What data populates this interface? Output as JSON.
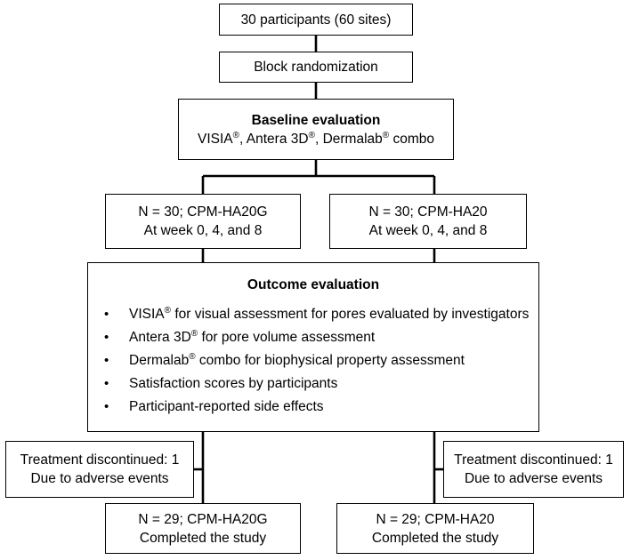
{
  "participants": {
    "text": "30 participants (60 sites)"
  },
  "randomization": {
    "text": "Block randomization"
  },
  "baseline": {
    "title": "Baseline evaluation",
    "tools": [
      {
        "name": "VISIA",
        "mark": "®",
        "suffix": ", "
      },
      {
        "name": "Antera 3D",
        "mark": "®",
        "suffix": ", "
      },
      {
        "name": "Dermalab",
        "mark": "®",
        "suffix": " combo"
      }
    ]
  },
  "arm_left": {
    "line1": "N = 30; CPM-HA20G",
    "line2": "At week 0, 4, and 8"
  },
  "arm_right": {
    "line1": "N = 30; CPM-HA20",
    "line2": "At week 0, 4, and 8"
  },
  "outcome": {
    "title": "Outcome evaluation",
    "bullet_symbol": "•",
    "items": [
      {
        "name": "VISIA",
        "mark": "®",
        "rest": " for visual assessment for pores evaluated by investigators"
      },
      {
        "name": "Antera 3D",
        "mark": "®",
        "rest": " for pore volume assessment"
      },
      {
        "name": "Dermalab",
        "mark": "®",
        "rest": " combo for biophysical property assessment"
      },
      {
        "name": "Satisfaction scores by participants",
        "mark": "",
        "rest": ""
      },
      {
        "name": "Participant-reported side effects",
        "mark": "",
        "rest": ""
      }
    ]
  },
  "discontinued_left": {
    "line1": "Treatment discontinued: 1",
    "line2": "Due to adverse events"
  },
  "discontinued_right": {
    "line1": "Treatment discontinued: 1",
    "line2": "Due to adverse events"
  },
  "final_left": {
    "line1": "N = 29; CPM-HA20G",
    "line2": "Completed the study"
  },
  "final_right": {
    "line1": "N = 29; CPM-HA20",
    "line2": "Completed the study"
  }
}
